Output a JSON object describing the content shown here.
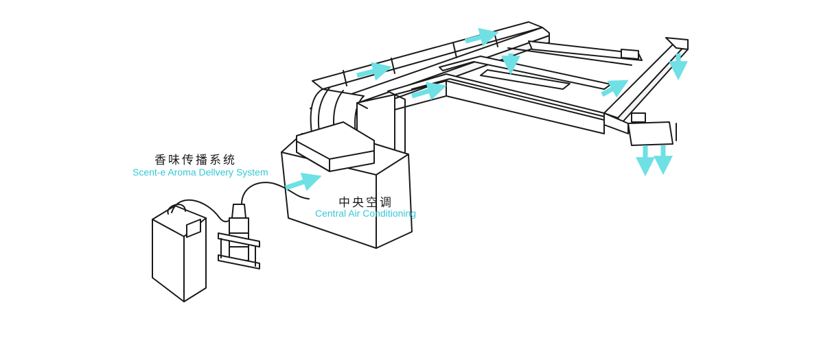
{
  "labels": {
    "scent_system_cn": "香味传播系统",
    "scent_system_en": "Scent-e Aroma Dellvery System",
    "air_conditioning_cn": "中央空调",
    "air_conditioning_en": "Central Air Conditioning"
  },
  "colors": {
    "accent_cyan": "#36c7d6",
    "line": "#1a1a1a",
    "arrow": "#6fe0e4"
  },
  "icons": {
    "airflow_arrow": "arrow-icon",
    "diffuser_device": "aroma-diffuser-icon",
    "ac_unit": "air-conditioner-icon"
  }
}
